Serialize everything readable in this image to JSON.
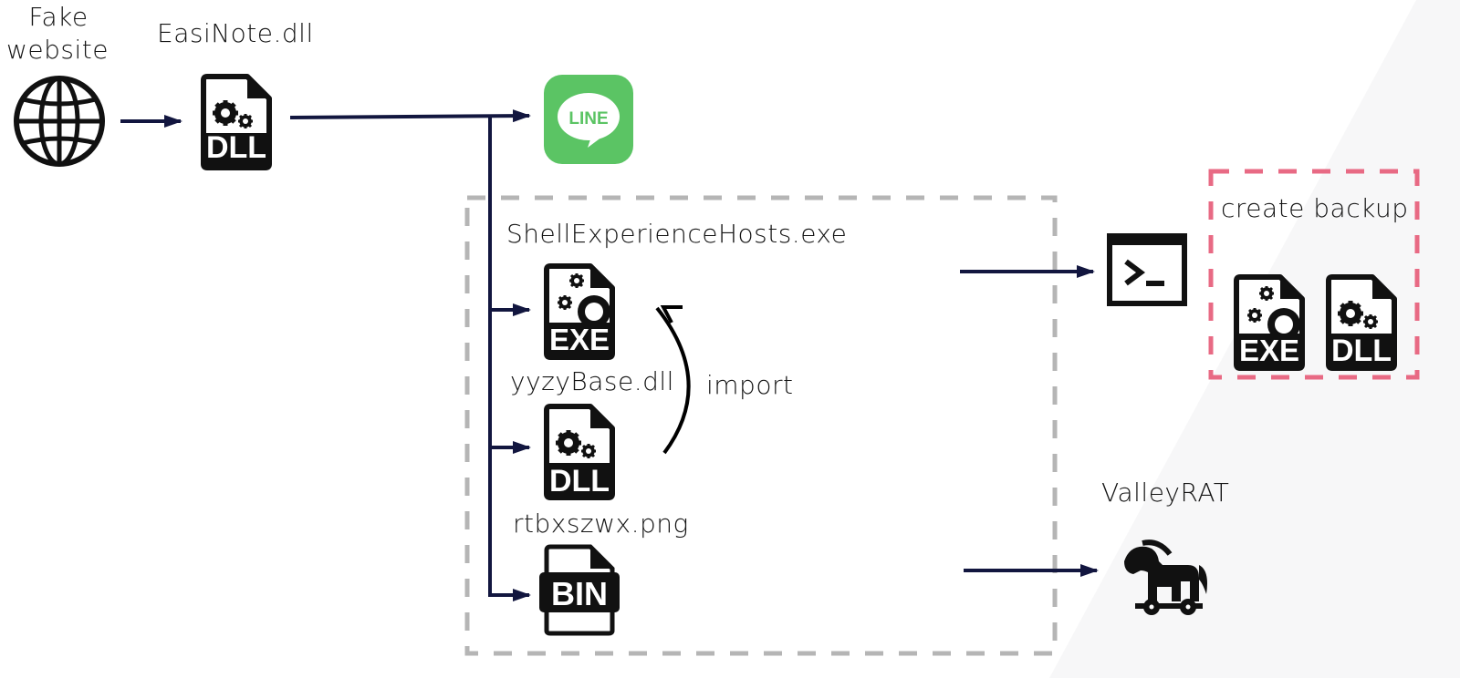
{
  "colors": {
    "arrow": "#12163f",
    "gray_dash": "#b5b5b5",
    "pink_dash": "#e86a84",
    "line_green": "#5bc464",
    "background_panel": "#f7f7f8",
    "icon": "#111111"
  },
  "nodes": {
    "fake_website": {
      "label": "Fake\nwebsite",
      "label_line1": "Fake",
      "label_line2": "website",
      "icon": "globe-icon"
    },
    "easinote": {
      "label": "EasiNote.dll",
      "icon": "dll-file-icon",
      "badge": "DLL"
    },
    "line_app": {
      "icon": "line-app-icon",
      "text": "LINE"
    },
    "shell_host": {
      "label": "ShellExperienceHosts.exe",
      "icon": "exe-file-icon",
      "badge": "EXE"
    },
    "yyzybase": {
      "label": "yyzyBase.dll",
      "icon": "dll-file-icon",
      "badge": "DLL"
    },
    "rtbxszwx": {
      "label": "rtbxszwx.png",
      "icon": "bin-file-icon",
      "badge": "BIN"
    },
    "terminal": {
      "icon": "terminal-icon"
    },
    "backup": {
      "label": "create backup",
      "exe_badge": "EXE",
      "dll_badge": "DLL"
    },
    "valleyrat": {
      "label": "ValleyRAT",
      "icon": "trojan-horse-icon"
    }
  },
  "edges": [
    {
      "from": "fake_website",
      "to": "easinote"
    },
    {
      "from": "easinote",
      "to": "line_app"
    },
    {
      "from": "easinote",
      "to": "shell_host"
    },
    {
      "from": "easinote",
      "to": "yyzybase"
    },
    {
      "from": "easinote",
      "to": "rtbxszwx"
    },
    {
      "from": "yyzybase",
      "to": "shell_host",
      "label": "import"
    },
    {
      "from": "shell_host",
      "to": "terminal"
    },
    {
      "from": "rtbxszwx",
      "to": "valleyrat"
    }
  ],
  "import_label": "import"
}
